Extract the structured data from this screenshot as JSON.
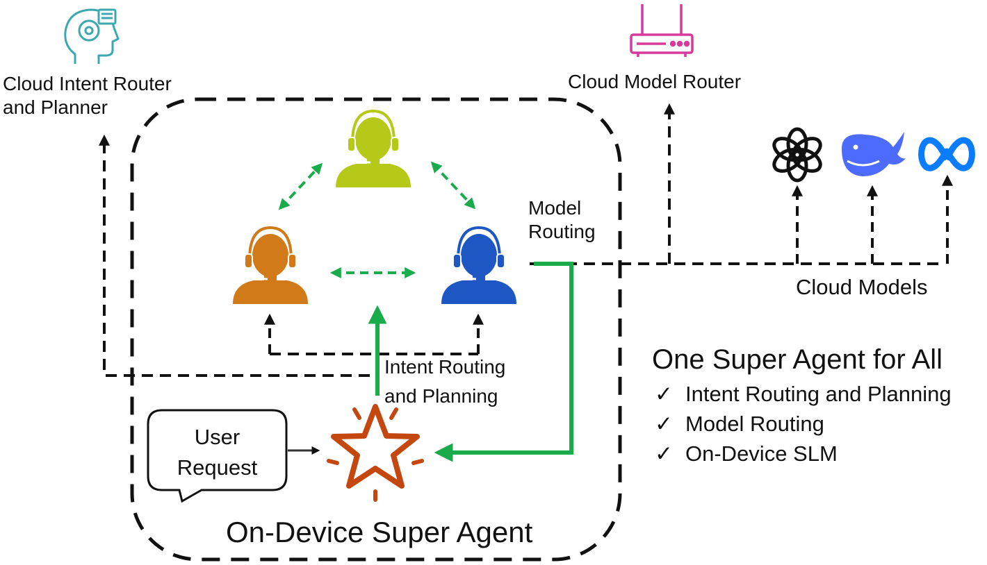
{
  "labels": {
    "cloud_intent_router": [
      "Cloud Intent Router",
      "and Planner"
    ],
    "cloud_model_router": "Cloud Model Router",
    "model_routing": [
      "Model",
      "Routing"
    ],
    "cloud_models": "Cloud Models",
    "intent_routing": [
      "Intent Routing",
      "and Planning"
    ],
    "user_request": [
      "User",
      "Request"
    ],
    "on_device_super_agent": "On-Device Super Agent"
  },
  "summary": {
    "title": "One Super Agent for All",
    "checkmark": "✓",
    "items": [
      "Intent Routing and Planning",
      "Model Routing",
      "On-Device SLM"
    ]
  },
  "colors": {
    "agent_top": "#b5c918",
    "agent_left": "#d17a1a",
    "agent_right": "#1e57c4",
    "green_flow": "#1aab4b",
    "star": "#c4470f",
    "router_icon": "#d63a9c",
    "brain_icon": "#3ba8b0",
    "deepseek": "#4d6bfe",
    "meta": "#0a7cff"
  },
  "icons": {
    "cloud_intent_router": "head-brain-icon",
    "cloud_model_router": "wifi-router-icon",
    "agents": "headset-agent-icon",
    "super_agent": "sparkle-star-icon",
    "cloud_models": [
      "openai-logo-icon",
      "deepseek-whale-icon",
      "meta-infinity-icon"
    ]
  }
}
